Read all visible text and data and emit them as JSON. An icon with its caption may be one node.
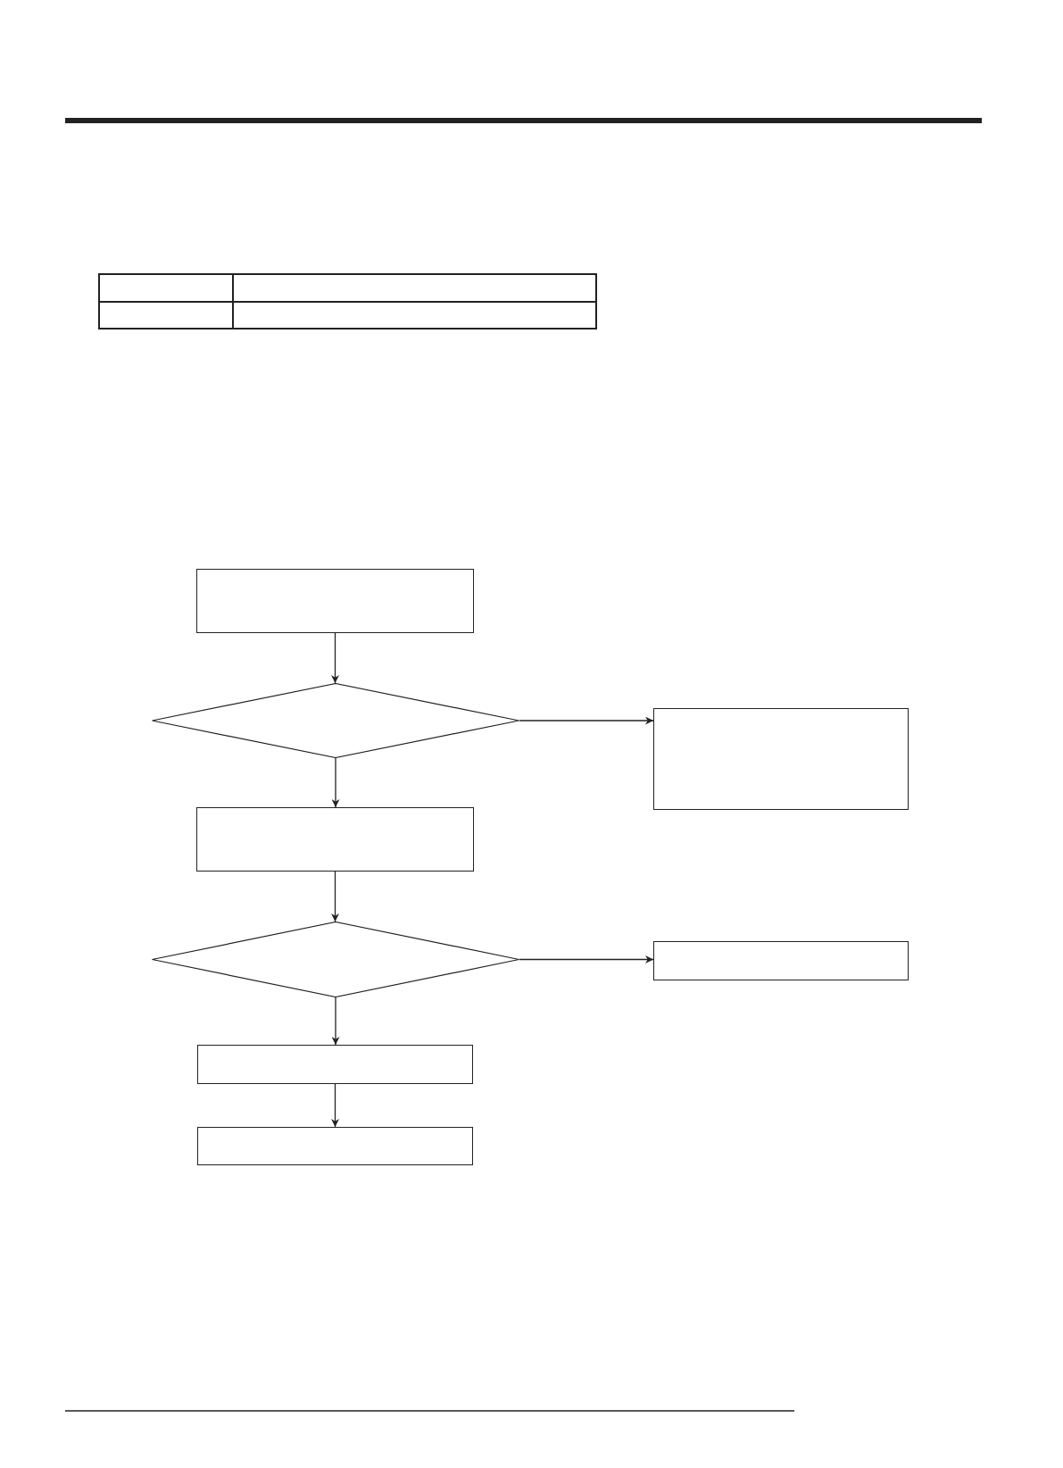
{
  "diagram": {
    "nodes": [
      {
        "text": [],
        "shape": "box"
      },
      {
        "text": [],
        "shape": "diamond"
      },
      {
        "text": [],
        "shape": "box"
      },
      {
        "text": [],
        "shape": "box"
      },
      {
        "text": [],
        "shape": "diamond"
      },
      {
        "text": [],
        "shape": "box"
      },
      {
        "text": [],
        "shape": "box"
      },
      {
        "text": [],
        "shape": "box"
      }
    ],
    "edges": [
      {
        "from": 0,
        "to": 1,
        "arrow": "to"
      },
      {
        "from": 1,
        "to": 2,
        "arrow": "to"
      },
      {
        "from": 1,
        "to": 3,
        "arrow": "to"
      },
      {
        "from": 3,
        "to": 4,
        "arrow": "to"
      },
      {
        "from": 4,
        "to": 5,
        "arrow": "to"
      },
      {
        "from": 4,
        "to": 6,
        "arrow": "to"
      },
      {
        "from": 6,
        "to": 7,
        "arrow": "to"
      }
    ]
  }
}
